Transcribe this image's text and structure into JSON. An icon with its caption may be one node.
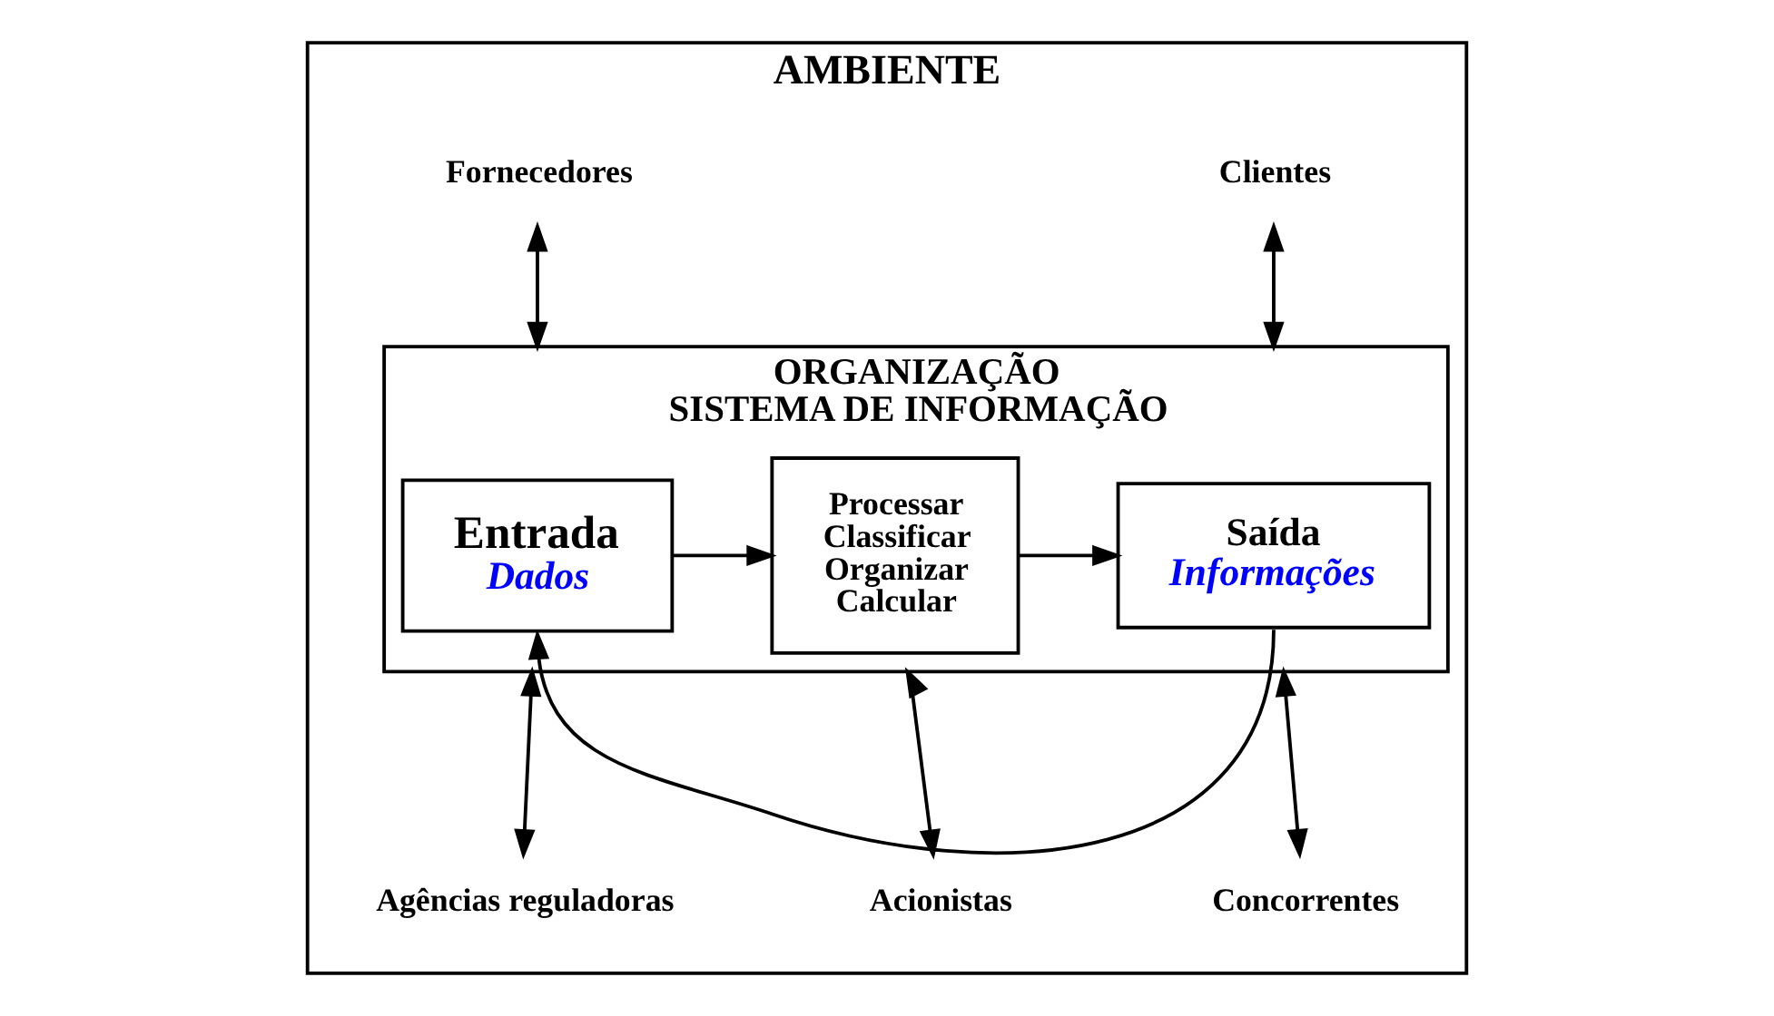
{
  "diagram": {
    "nodes": [
      {
        "text": [
          "AMBIENTE"
        ]
      },
      {
        "text": [
          "ORGANIZAÇÃO",
          "SISTEMA DE INFORMAÇÃO"
        ],
        "in": 0
      },
      {
        "text": [
          "Entrada",
          "Dados"
        ],
        "in": 1
      },
      {
        "text": [
          "Processar",
          "Classificar",
          "Organizar",
          "Calcular"
        ],
        "in": 1
      },
      {
        "text": [
          "Saída",
          "Informações"
        ],
        "in": 1
      },
      {
        "text": [
          "Fornecedores"
        ],
        "in": 0
      },
      {
        "text": [
          "Clientes"
        ],
        "in": 0
      },
      {
        "text": [
          "Agências reguladoras"
        ],
        "in": 0
      },
      {
        "text": [
          "Acionistas"
        ],
        "in": 0
      },
      {
        "text": [
          "Concorrentes"
        ],
        "in": 0
      }
    ],
    "edges": [
      {
        "from": 2,
        "to": 3,
        "arrow": "to"
      },
      {
        "from": 3,
        "to": 4,
        "arrow": "to"
      },
      {
        "from": 4,
        "to": 2,
        "arrow": "to"
      },
      {
        "from": 5,
        "to": 1,
        "arrow": "both"
      },
      {
        "from": 6,
        "to": 1,
        "arrow": "both"
      },
      {
        "from": 1,
        "to": 7,
        "arrow": "both"
      },
      {
        "from": 1,
        "to": 8,
        "arrow": "both"
      },
      {
        "from": 1,
        "to": 9,
        "arrow": "both"
      }
    ]
  }
}
